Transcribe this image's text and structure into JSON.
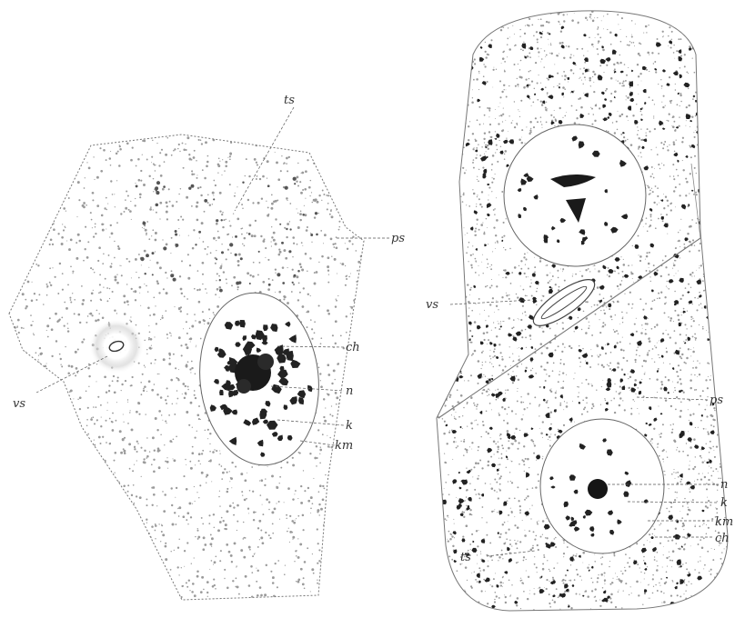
{
  "left_figure": {
    "labels": {
      "ts": "ts",
      "ps": "ps",
      "ch": "ch",
      "n": "n",
      "k": "k",
      "km": "km",
      "vs": "vs"
    }
  },
  "right_figure": {
    "labels": {
      "vs": "vs",
      "ps": "ps",
      "n": "n",
      "k": "k",
      "km": "km",
      "ch": "ch",
      "ts": "ts"
    }
  },
  "colors": {
    "ink": "#222222",
    "stipple": "#9a9a9a",
    "outline": "#777777"
  }
}
